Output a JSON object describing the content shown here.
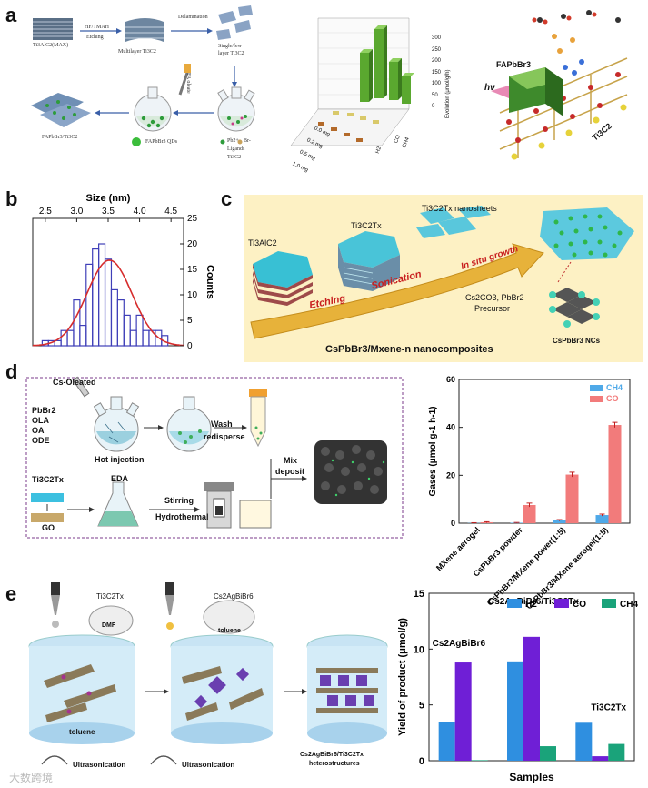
{
  "panels": {
    "a": {
      "letter": "a",
      "schematic": {
        "start_material": "Ti3AlC2(MAX)",
        "etch_top": "HF/TMAH",
        "etch_bottom": "Etching",
        "step2": "Multilayer Ti3C2",
        "delam": "Delamination",
        "step3_l1": "Single/few",
        "step3_l2": "layer Ti3C2",
        "result": "FAPbBr3/Ti3C2",
        "qd_label": "FAPbBr3 QDs",
        "pb_legend": "Pb2+",
        "br_legend": "Br-",
        "ti_legend": "Ti3C2",
        "ligand_legend": "Ligands",
        "arrow_label": "FA oleate"
      },
      "bar3d": {
        "ylabel": "Evolution (μmol/g/h)",
        "yticks": [
          "0",
          "50",
          "100",
          "150",
          "200",
          "250",
          "300"
        ],
        "xlabels": [
          "0.0 mg",
          "0.2 mg",
          "0.5 mg",
          "1.0 mg"
        ],
        "zlabels": [
          "H2",
          "CO",
          "CH4"
        ]
      },
      "mechanism": {
        "label1": "FAPbBr3",
        "label2": "hν",
        "label3": "Ti3C2"
      }
    },
    "b": {
      "letter": "b",
      "chart_data": {
        "type": "bar",
        "title": "",
        "xlabel": "Size (nm)",
        "ylabel": "Counts",
        "xticks": [
          "2.5",
          "3.0",
          "3.5",
          "4.0",
          "4.5"
        ],
        "yticks": [
          "0",
          "5",
          "10",
          "15",
          "20",
          "25"
        ],
        "xlim": [
          2.3,
          4.7
        ],
        "ylim": [
          0,
          25
        ],
        "bin_width": 0.1,
        "bins": [
          2.5,
          2.6,
          2.7,
          2.8,
          2.9,
          3.0,
          3.1,
          3.2,
          3.3,
          3.4,
          3.5,
          3.6,
          3.7,
          3.8,
          3.9,
          4.0,
          4.1,
          4.2,
          4.3,
          4.4,
          4.5,
          4.6
        ],
        "values": [
          1,
          1,
          1,
          3,
          3,
          9,
          4,
          16,
          19,
          20,
          17,
          11,
          9,
          6,
          3,
          6,
          3,
          3,
          3,
          2,
          0,
          0
        ],
        "fit": {
          "mean": 3.52,
          "sigma": 0.36,
          "peak": 16.8
        },
        "bar_color": "#3f3fb8",
        "fit_color": "#d62d2d"
      }
    },
    "c": {
      "letter": "c",
      "labels": {
        "max": "Ti3AlC2",
        "mxene": "Ti3C2Tx",
        "nanosheets": "Ti3C2Tx nanosheets",
        "etching": "Etching",
        "sonication": "Sonication",
        "insitu": "In situ growth",
        "precursor1": "Cs2CO3, PbBr2",
        "precursor2": "Precursor",
        "title": "CsPbBr3/Mxene-n nanocomposites",
        "ncs": "CsPbBr3 NCs"
      }
    },
    "d": {
      "letter": "d",
      "schematic": {
        "cs": "Cs-Oleated",
        "reagents": [
          "PbBr2",
          "OLA",
          "OA",
          "ODE"
        ],
        "hot": "Hot injection",
        "wash": "Wash",
        "redisperse": "redisperse",
        "mix": "Mix",
        "deposit": "deposit",
        "mxene": "Ti3C2Tx",
        "go": "GO",
        "eda": "EDA",
        "stirring": "Stirring",
        "hydro": "Hydrothermal"
      },
      "chart_data": {
        "type": "bar",
        "title": "",
        "xlabel": "",
        "ylabel": "Gases (μmol g-1 h-1)",
        "ylim": [
          0,
          60
        ],
        "yticks": [
          "0",
          "20",
          "40",
          "60"
        ],
        "categories": [
          "MXene aerogel",
          "CsPbBr3 powder",
          "CsPbBr3/MXene power(1:5)",
          "CsPbBr3/MXene aerogel(1:5)"
        ],
        "series": [
          {
            "name": "CH4",
            "values": [
              0.1,
              0.2,
              1.2,
              3.4
            ],
            "errors": [
              0.1,
              0.1,
              0.3,
              0.4
            ],
            "color": "#4fa9e8"
          },
          {
            "name": "CO",
            "values": [
              0.4,
              7.6,
              20.3,
              41.0
            ],
            "errors": [
              0.2,
              0.8,
              1.0,
              1.1
            ],
            "color": "#f27b7b"
          }
        ],
        "legend": "top-right"
      }
    },
    "e": {
      "letter": "e",
      "schematic": {
        "top1": "Ti3C2Tx",
        "dmf": "DMF",
        "top2": "Cs2AgBiBr6",
        "toluene_top": "toluene",
        "toluene": "toluene",
        "ultra1": "Ultrasonication",
        "ultra2": "Ultrasonication",
        "result1": "Cs2AgBiBr6/Ti3C2Tx",
        "result2": "heterostructures",
        "watermark": "大数跨境"
      },
      "chart_data": {
        "type": "bar",
        "title": "",
        "xlabel": "Samples",
        "ylabel": "Yield of product (μmol/g)",
        "ylim": [
          0,
          15
        ],
        "yticks": [
          "0",
          "5",
          "10",
          "15"
        ],
        "categories": [
          "Cs2AgBiBr6",
          "Cs2AgBiBr6/Ti3C2Tx",
          "Ti3C2Tx"
        ],
        "series": [
          {
            "name": "H2",
            "values": [
              3.5,
              8.9,
              3.4
            ],
            "color": "#2f8fe0"
          },
          {
            "name": "CO",
            "values": [
              8.8,
              11.1,
              0.4
            ],
            "color": "#6f1fd6"
          },
          {
            "name": "CH4",
            "values": [
              0.05,
              1.3,
              1.5
            ],
            "color": "#1aa37a"
          }
        ],
        "legend": "top-right"
      }
    }
  }
}
